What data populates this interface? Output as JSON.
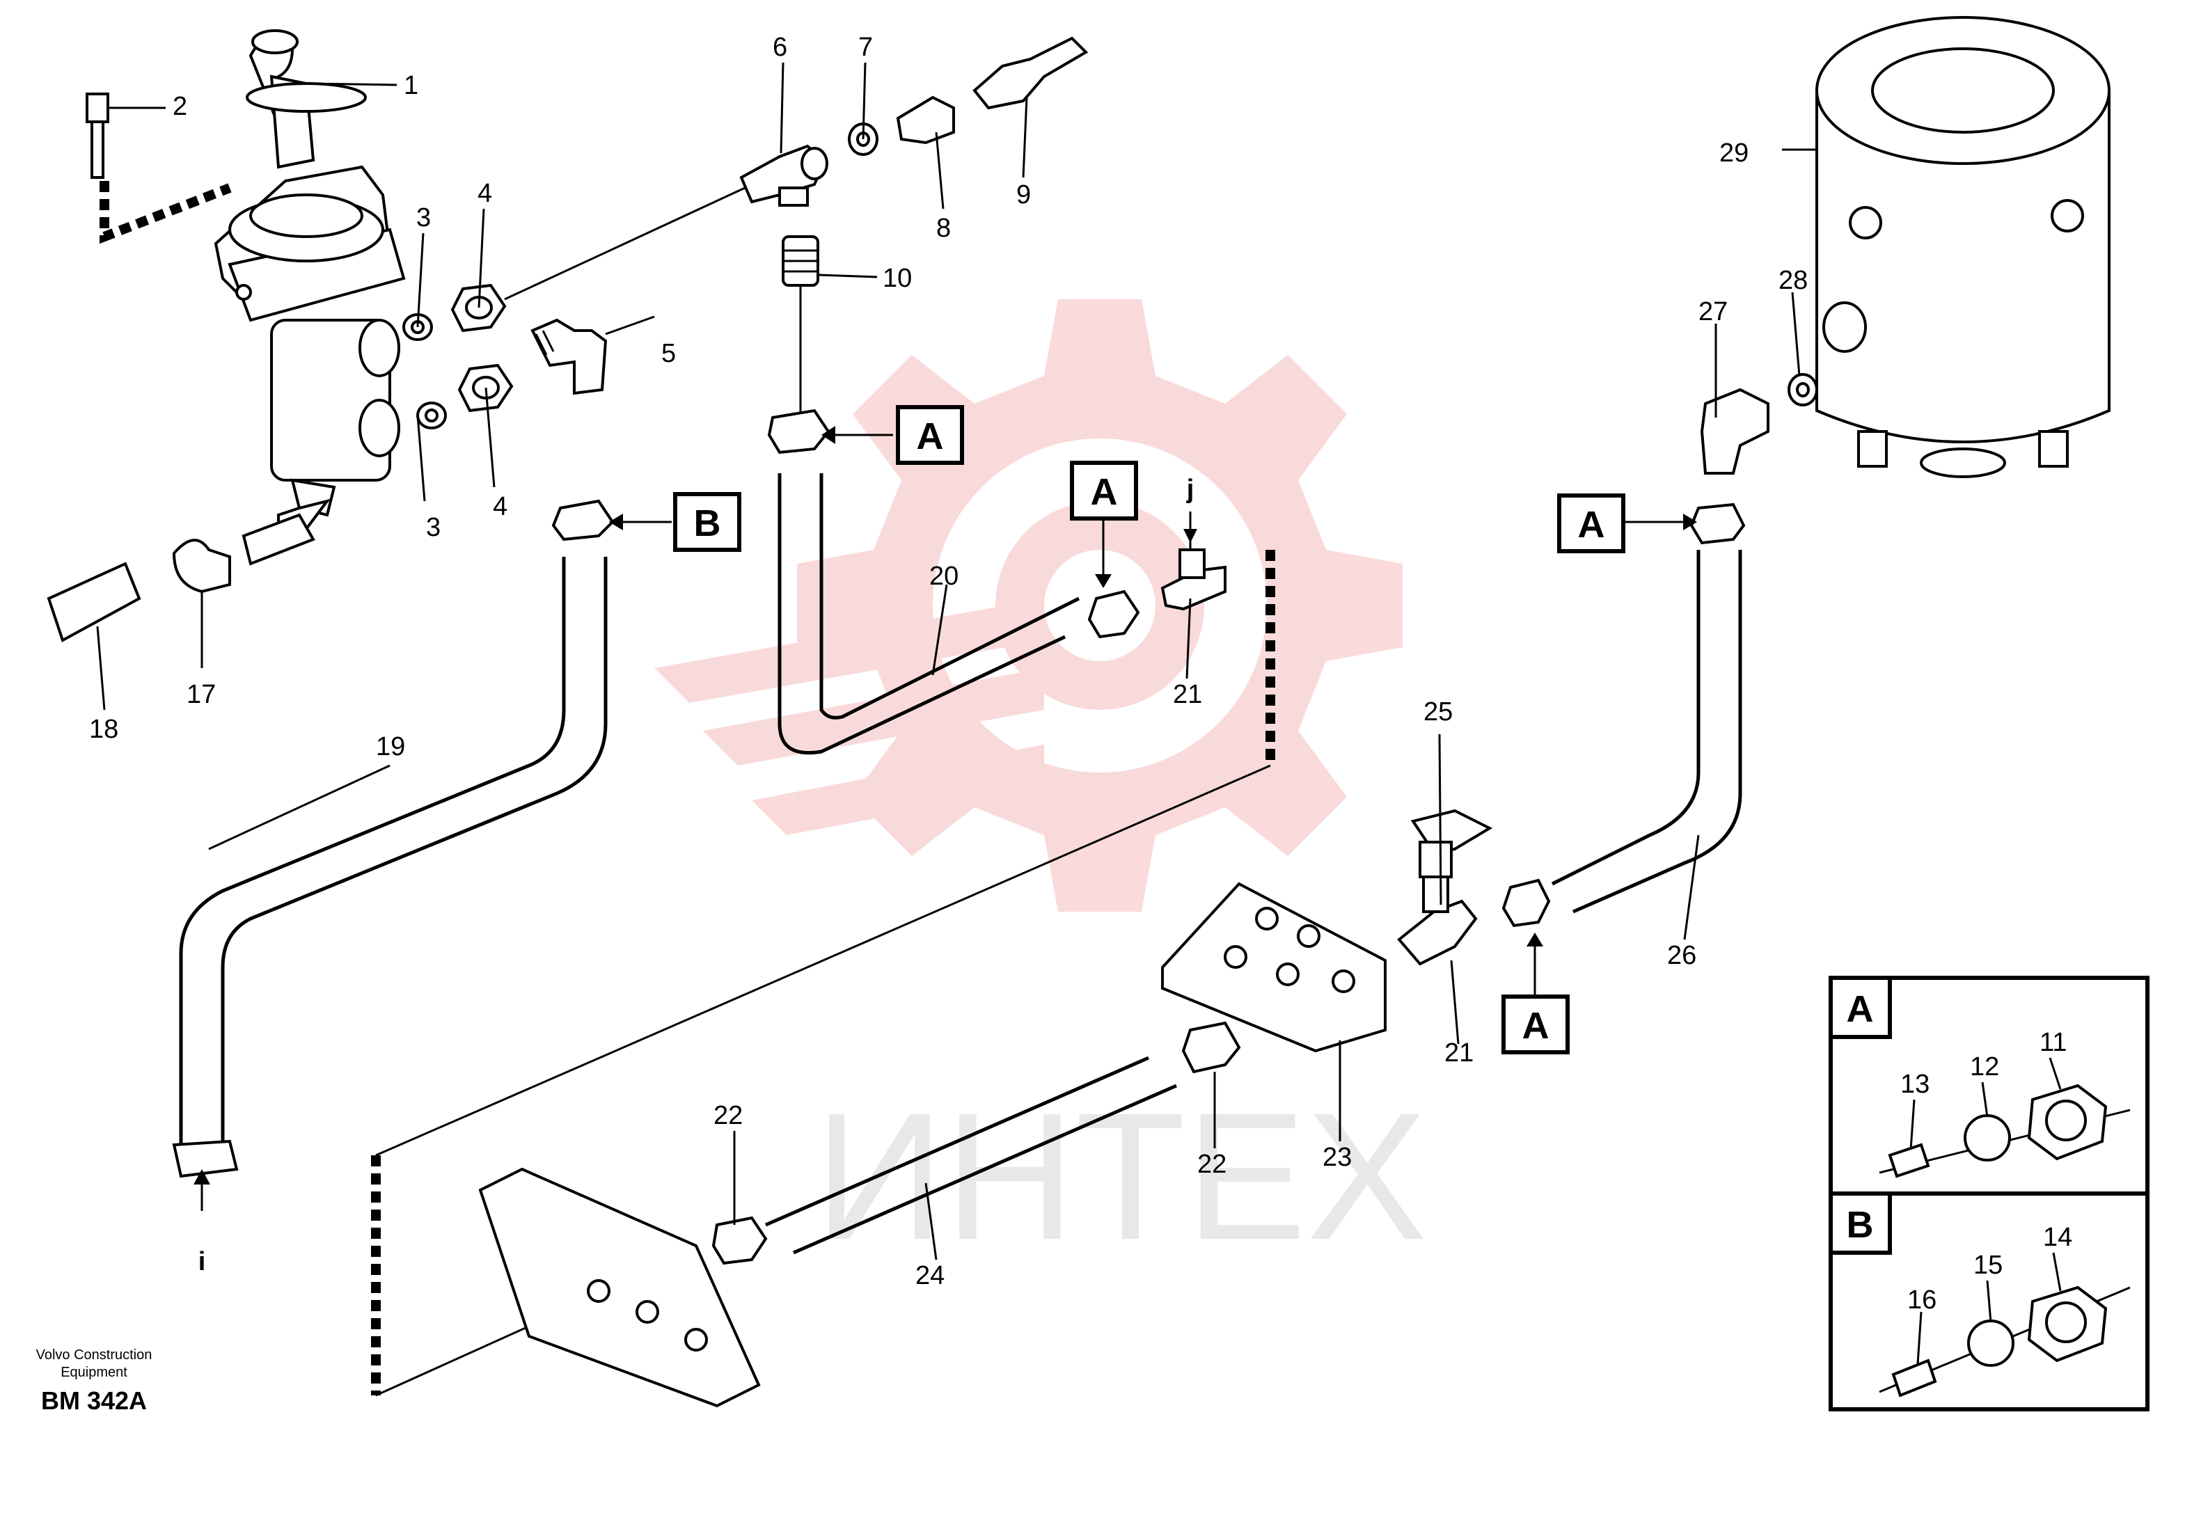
{
  "labels": {
    "p1": "1",
    "p2": "2",
    "p3a": "3",
    "p3b": "3",
    "p4a": "4",
    "p4b": "4",
    "p5": "5",
    "p6": "6",
    "p7": "7",
    "p8": "8",
    "p9": "9",
    "p10": "10",
    "p17": "17",
    "p18": "18",
    "p19": "19",
    "p20": "20",
    "p21a": "21",
    "p21b": "21",
    "p22a": "22",
    "p22b": "22",
    "p23": "23",
    "p24": "24",
    "p25": "25",
    "p26": "26",
    "p27": "27",
    "p28": "28",
    "p29": "29",
    "pi": "i",
    "pj": "j"
  },
  "callouts": {
    "a1": "A",
    "a2": "A",
    "a3": "A",
    "a4": "A",
    "b1": "B"
  },
  "detail_a": {
    "title": "A",
    "n11": "11",
    "n12": "12",
    "n13": "13"
  },
  "detail_b": {
    "title": "B",
    "n14": "14",
    "n15": "15",
    "n16": "16"
  },
  "footer": {
    "company_line1": "Volvo Construction",
    "company_line2": "Equipment",
    "code": "BM 342A"
  },
  "watermark": {
    "text": "ИНТЕХ",
    "color": "#f6c9c9"
  }
}
